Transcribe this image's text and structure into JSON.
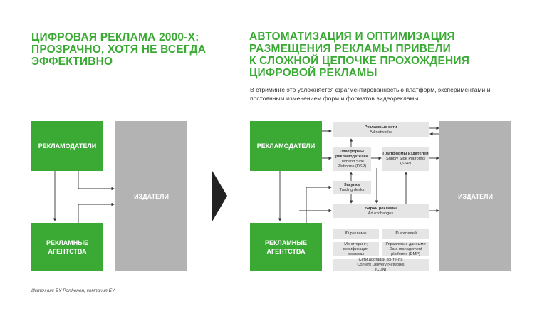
{
  "left": {
    "title": "Цифровая реклама 2000-х:\nпрозрачно, хотя не всегда\nэффективно",
    "advertisers": "Рекламодатели",
    "agencies": "Рекламные\nагентства",
    "publishers": "Издатели"
  },
  "right": {
    "title": "Автоматизация и оптимизация\nразмещения рекламы привели\nк сложной цепочке прохождения\nцифровой рекламы",
    "subtitle": "В стриминге это усложняется фрагментированностью платформ, экспериментами и постоянным изменением форм и форматов видеорекламы.",
    "advertisers": "Рекламодатели",
    "agencies": "Рекламные\nагентства",
    "publishers": "Издатели",
    "ad_networks": {
      "title": "Рекламные сети",
      "sub": "Ad networks"
    },
    "dsp": {
      "title": "Платформы рекламодателей",
      "sub": "Demand Side Platforms (DSP)"
    },
    "ssp": {
      "title": "Платформы издателей",
      "sub": "Supply Side Platforms (SSP)"
    },
    "trading": {
      "title": "Закупка",
      "sub": "Trading desks"
    },
    "exchanges": {
      "title": "Биржи рекламы",
      "sub": "Ad exchanges"
    },
    "ad_id": "ID рекламы",
    "viewer_id": "ID зрителей",
    "monitoring": "Мониторинг; верификация рекламы",
    "dmp": "Управление данными Data management platforms (DMP)",
    "cdn": "Сети доставки контента Content Delivery Networks (CDN)"
  },
  "source": "Источник: EY-Parthenon, компания EY",
  "colors": {
    "green": "#3aaa35",
    "grey": "#b3b3b3",
    "light_grey": "#e5e5e5",
    "dark": "#333333"
  }
}
